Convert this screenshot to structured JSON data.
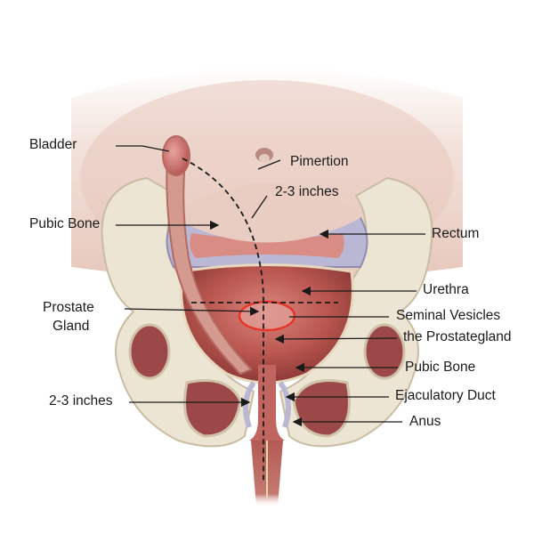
{
  "diagram": {
    "subject": "Male pelvic anatomy (front cross-section)",
    "colors": {
      "skin": "#ecd2c8",
      "bone": "#ece4d2",
      "bone_shadow": "#c9bca3",
      "muscle": "#a8484a",
      "muscle_light": "#c8706a",
      "cartilage": "#b8b6d2",
      "highlight_circle": "#e8352a",
      "label_text": "#1a1a1a",
      "leader_line": "#1a1a1a"
    },
    "labels_left": [
      {
        "id": "bladder",
        "text": "Bladder"
      },
      {
        "id": "pubic-bone-left",
        "text": "Pubic Bone"
      },
      {
        "id": "prostate-gland-line1",
        "text": "Prostate"
      },
      {
        "id": "prostate-gland-line2",
        "text": "Gland"
      },
      {
        "id": "measure-left",
        "text": "2-3 inches"
      }
    ],
    "labels_center": [
      {
        "id": "pimertion",
        "text": "Pimertion"
      },
      {
        "id": "measure-top",
        "text": "2-3 inches"
      }
    ],
    "labels_right": [
      {
        "id": "rectum",
        "text": "Rectum"
      },
      {
        "id": "urethra",
        "text": "Urethra"
      },
      {
        "id": "seminal-vesicles",
        "text": "Seminal Vesicles"
      },
      {
        "id": "prostate-gland-right",
        "text": "the Prostategland"
      },
      {
        "id": "pubic-bone-right",
        "text": "Pubic Bone"
      },
      {
        "id": "ejaculatory-duct",
        "text": "Ejaculatory Duct"
      },
      {
        "id": "anus",
        "text": "Anus"
      }
    ]
  }
}
